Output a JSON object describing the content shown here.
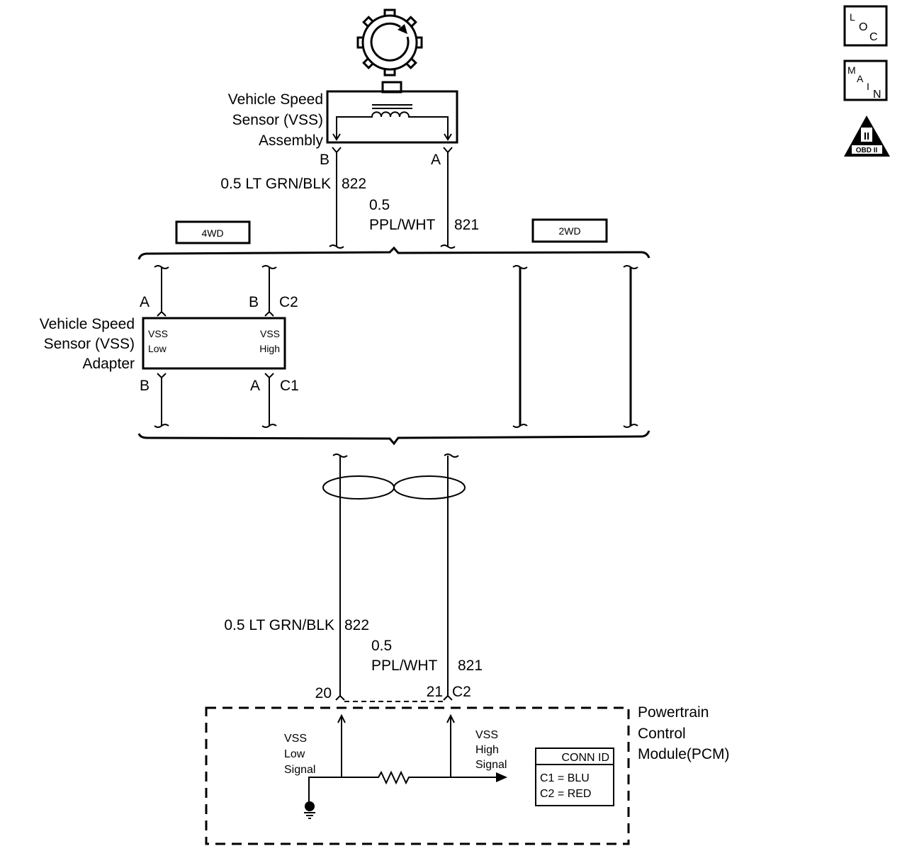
{
  "legend_icons": [
    {
      "name": "loc",
      "letters": [
        "L",
        "O",
        "C"
      ]
    },
    {
      "name": "main",
      "letters": [
        "M",
        "A",
        "I",
        "N"
      ]
    },
    {
      "name": "obd",
      "numeral": "II",
      "label": "OBD II"
    }
  ],
  "vss_assembly": {
    "label_lines": [
      "Vehicle Speed",
      "Sensor (VSS)",
      "Assembly"
    ],
    "pin_left": "B",
    "pin_right": "A"
  },
  "wires_upper": {
    "left": {
      "gauge_color": "0.5 LT GRN/BLK",
      "circuit": "822"
    },
    "right": {
      "gauge": "0.5",
      "color": "PPL/WHT",
      "circuit": "821"
    }
  },
  "options": {
    "left": "4WD",
    "right": "2WD"
  },
  "vss_adapter": {
    "label_lines": [
      "Vehicle Speed",
      "Sensor (VSS)",
      "Adapter"
    ],
    "inner_left": [
      "VSS",
      "Low"
    ],
    "inner_right": [
      "VSS",
      "High"
    ],
    "top_pin_left": "A",
    "top_pin_right": "B",
    "top_connector": "C2",
    "bottom_pin_left": "B",
    "bottom_pin_right": "A",
    "bottom_connector": "C1"
  },
  "wires_lower": {
    "left": {
      "gauge_color": "0.5 LT GRN/BLK",
      "circuit": "822"
    },
    "right": {
      "gauge": "0.5",
      "color": "PPL/WHT",
      "circuit": "821"
    },
    "pin_left": "20",
    "pin_right": "21",
    "connector": "C2"
  },
  "pcm": {
    "label_lines": [
      "Powertrain",
      "Control",
      "Module(PCM)"
    ],
    "low_signal": [
      "VSS",
      "Low",
      "Signal"
    ],
    "high_signal": [
      "VSS",
      "High",
      "Signal"
    ],
    "conn_id": {
      "title": "CONN ID",
      "rows": [
        "C1 = BLU",
        "C2 = RED"
      ]
    }
  }
}
